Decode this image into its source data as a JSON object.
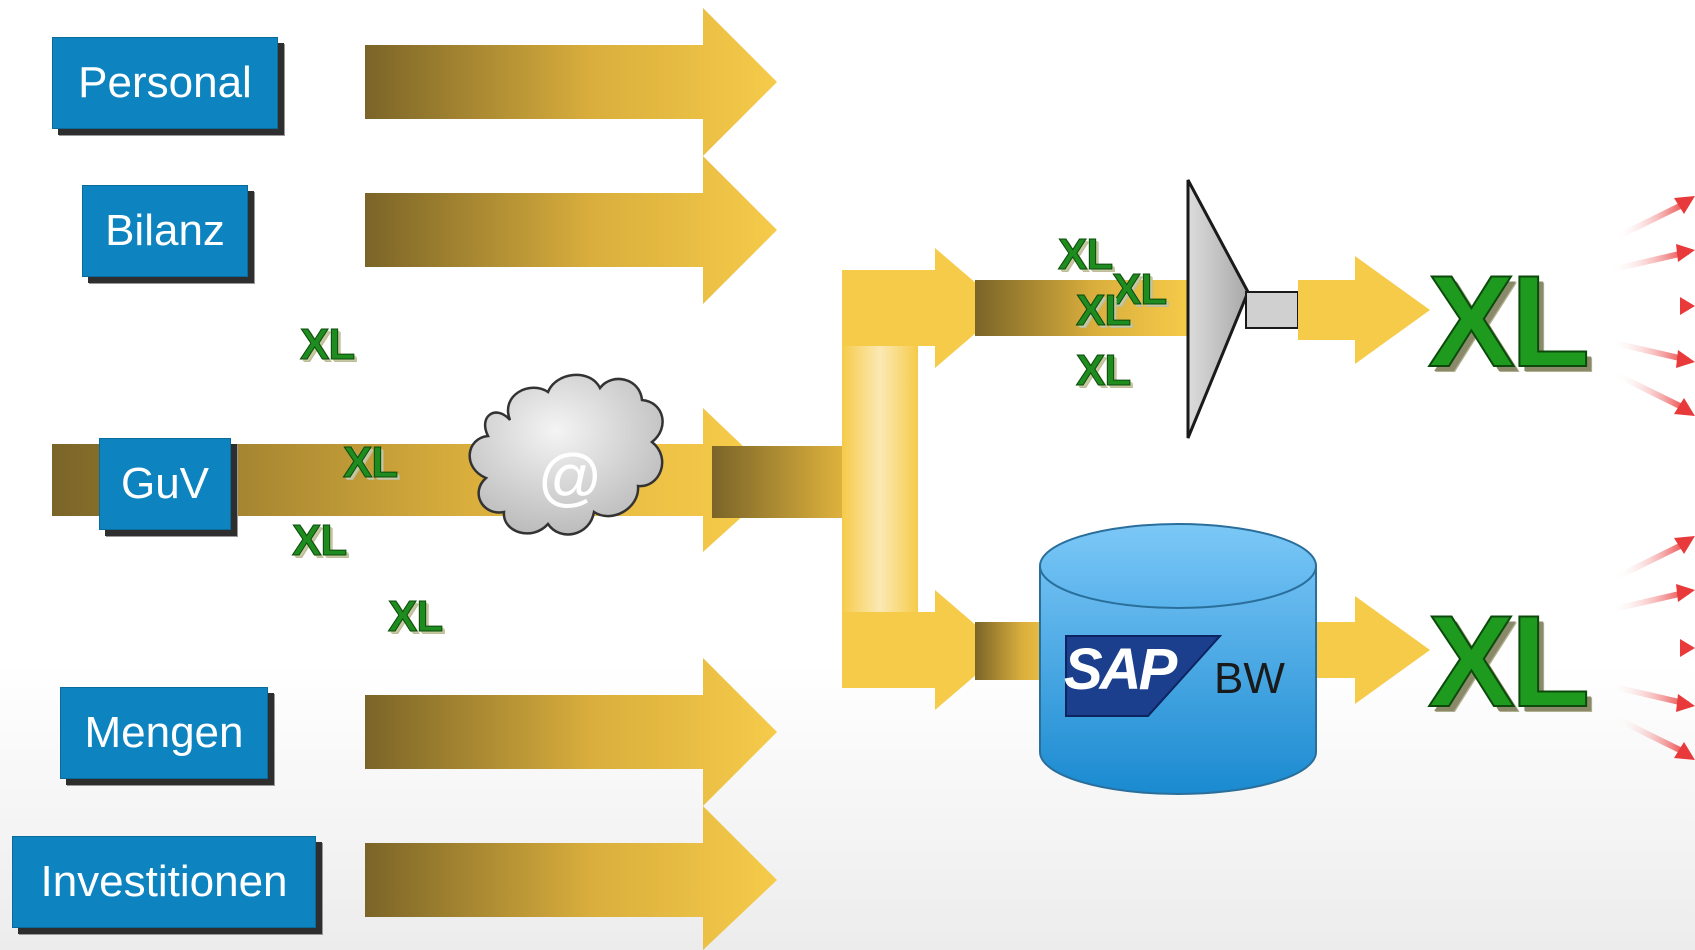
{
  "sources": [
    {
      "label": "Personal"
    },
    {
      "label": "Bilanz"
    },
    {
      "label": "GuV"
    },
    {
      "label": "Mengen"
    },
    {
      "label": "Investitionen"
    }
  ],
  "xl_label": "XL",
  "cloud_symbol": "@",
  "sap_logo": "SAP",
  "bw_label": "BW",
  "colors": {
    "box_blue": "#0d84c0",
    "arrow_gold": "#f6cb4a",
    "arrow_dark": "#7a6428",
    "xl_green": "#1e9a1e",
    "red_arrows": "#e83a3a",
    "db_blue": "#6fbff2"
  },
  "icons": [
    "cloud-icon",
    "funnel-icon",
    "database-icon",
    "sap-logo"
  ]
}
